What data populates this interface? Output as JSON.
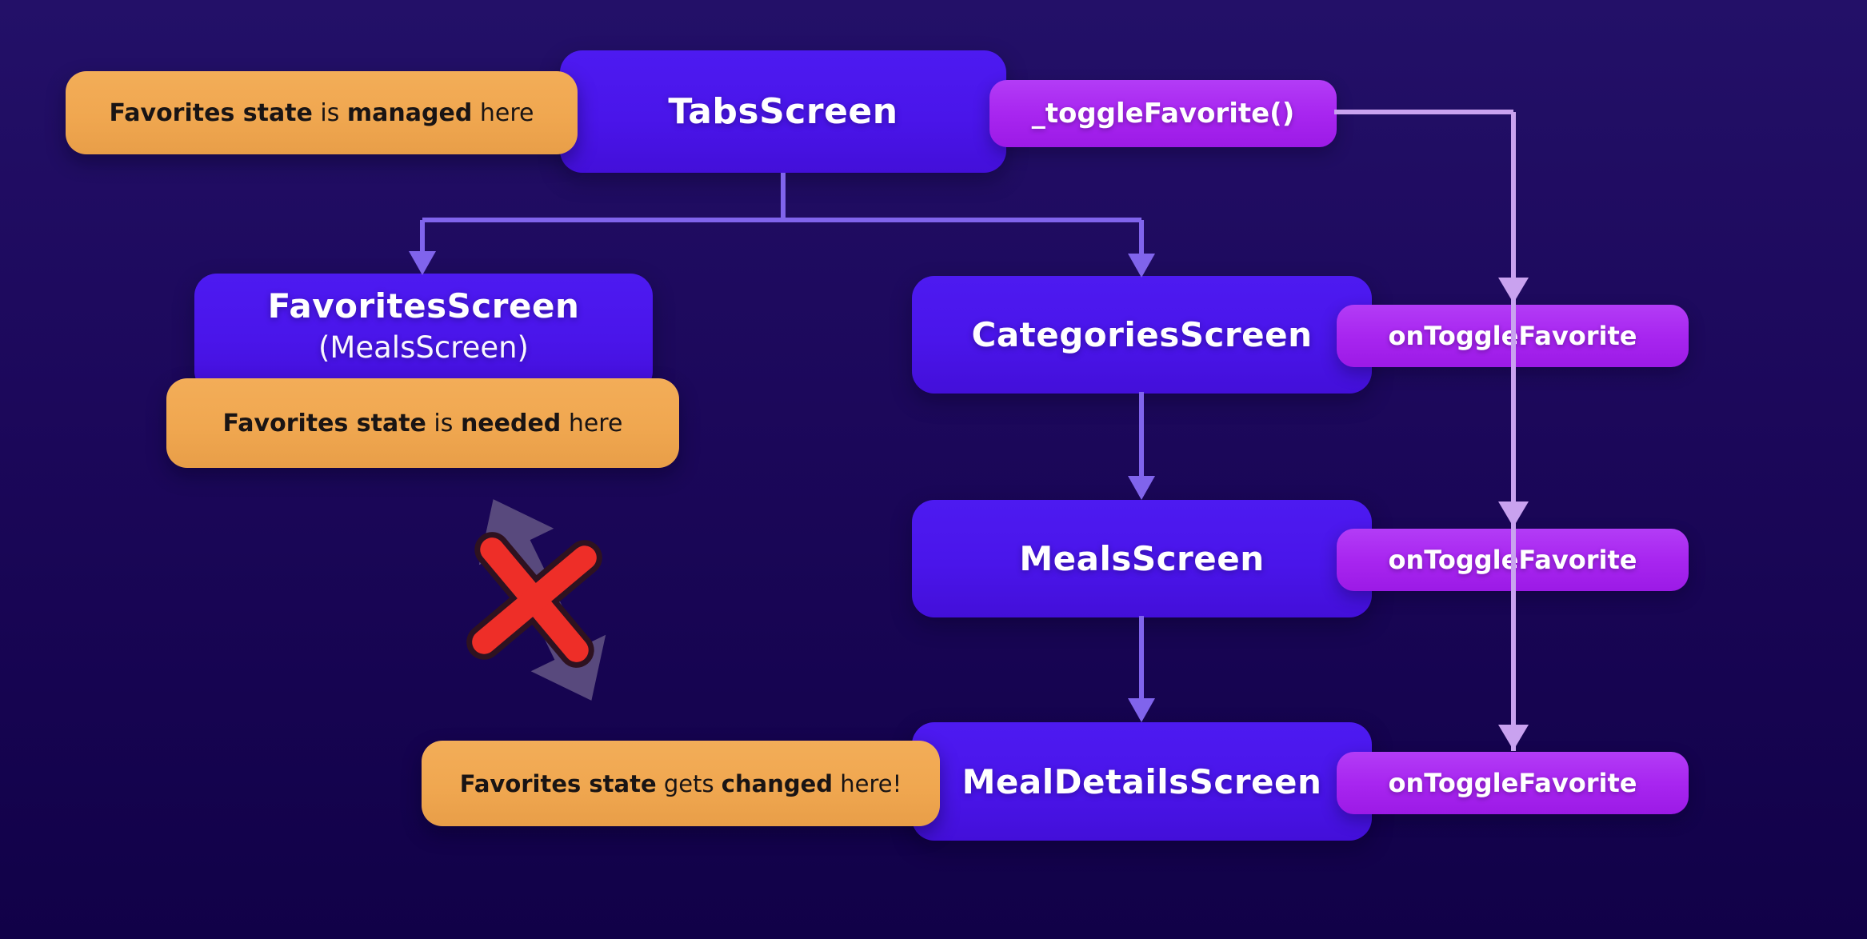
{
  "colors": {
    "bg_top": "#231068",
    "bg_mid": "#1b0759",
    "bg_bottom": "#110148",
    "node_bg": "#4a15ea",
    "node_text": "#ffffff",
    "pill_bg": "#a826f0",
    "badge_bg": "#f0a750",
    "badge_text": "#191414",
    "tree_line": "#8064ec",
    "rail_line": "#c9a2ef",
    "blocked_arrow": "#5c4d7f",
    "x_mark": "#ee2e28"
  },
  "nodes": {
    "tabs": {
      "label": "TabsScreen"
    },
    "favorites": {
      "label": "FavoritesScreen",
      "sublabel": "(MealsScreen)"
    },
    "categories": {
      "label": "CategoriesScreen"
    },
    "meals": {
      "label": "MealsScreen"
    },
    "meal_details": {
      "label": "MealDetailsScreen"
    }
  },
  "pills": {
    "toggle_fn": {
      "label": "_toggleFavorite()"
    },
    "on_toggle": {
      "label": "onToggleFavorite"
    }
  },
  "badges": {
    "managed": {
      "parts": [
        {
          "text": "Favorites state",
          "bold": true
        },
        {
          "text": " is ",
          "bold": false
        },
        {
          "text": "managed",
          "bold": true
        },
        {
          "text": " here",
          "bold": false
        }
      ]
    },
    "needed": {
      "parts": [
        {
          "text": "Favorites state",
          "bold": true
        },
        {
          "text": " is ",
          "bold": false
        },
        {
          "text": "needed",
          "bold": true
        },
        {
          "text": " here",
          "bold": false
        }
      ]
    },
    "changed": {
      "parts": [
        {
          "text": "Favorites state",
          "bold": true
        },
        {
          "text": " gets ",
          "bold": false
        },
        {
          "text": "changed",
          "bold": true
        },
        {
          "text": " here!",
          "bold": false
        }
      ]
    }
  }
}
